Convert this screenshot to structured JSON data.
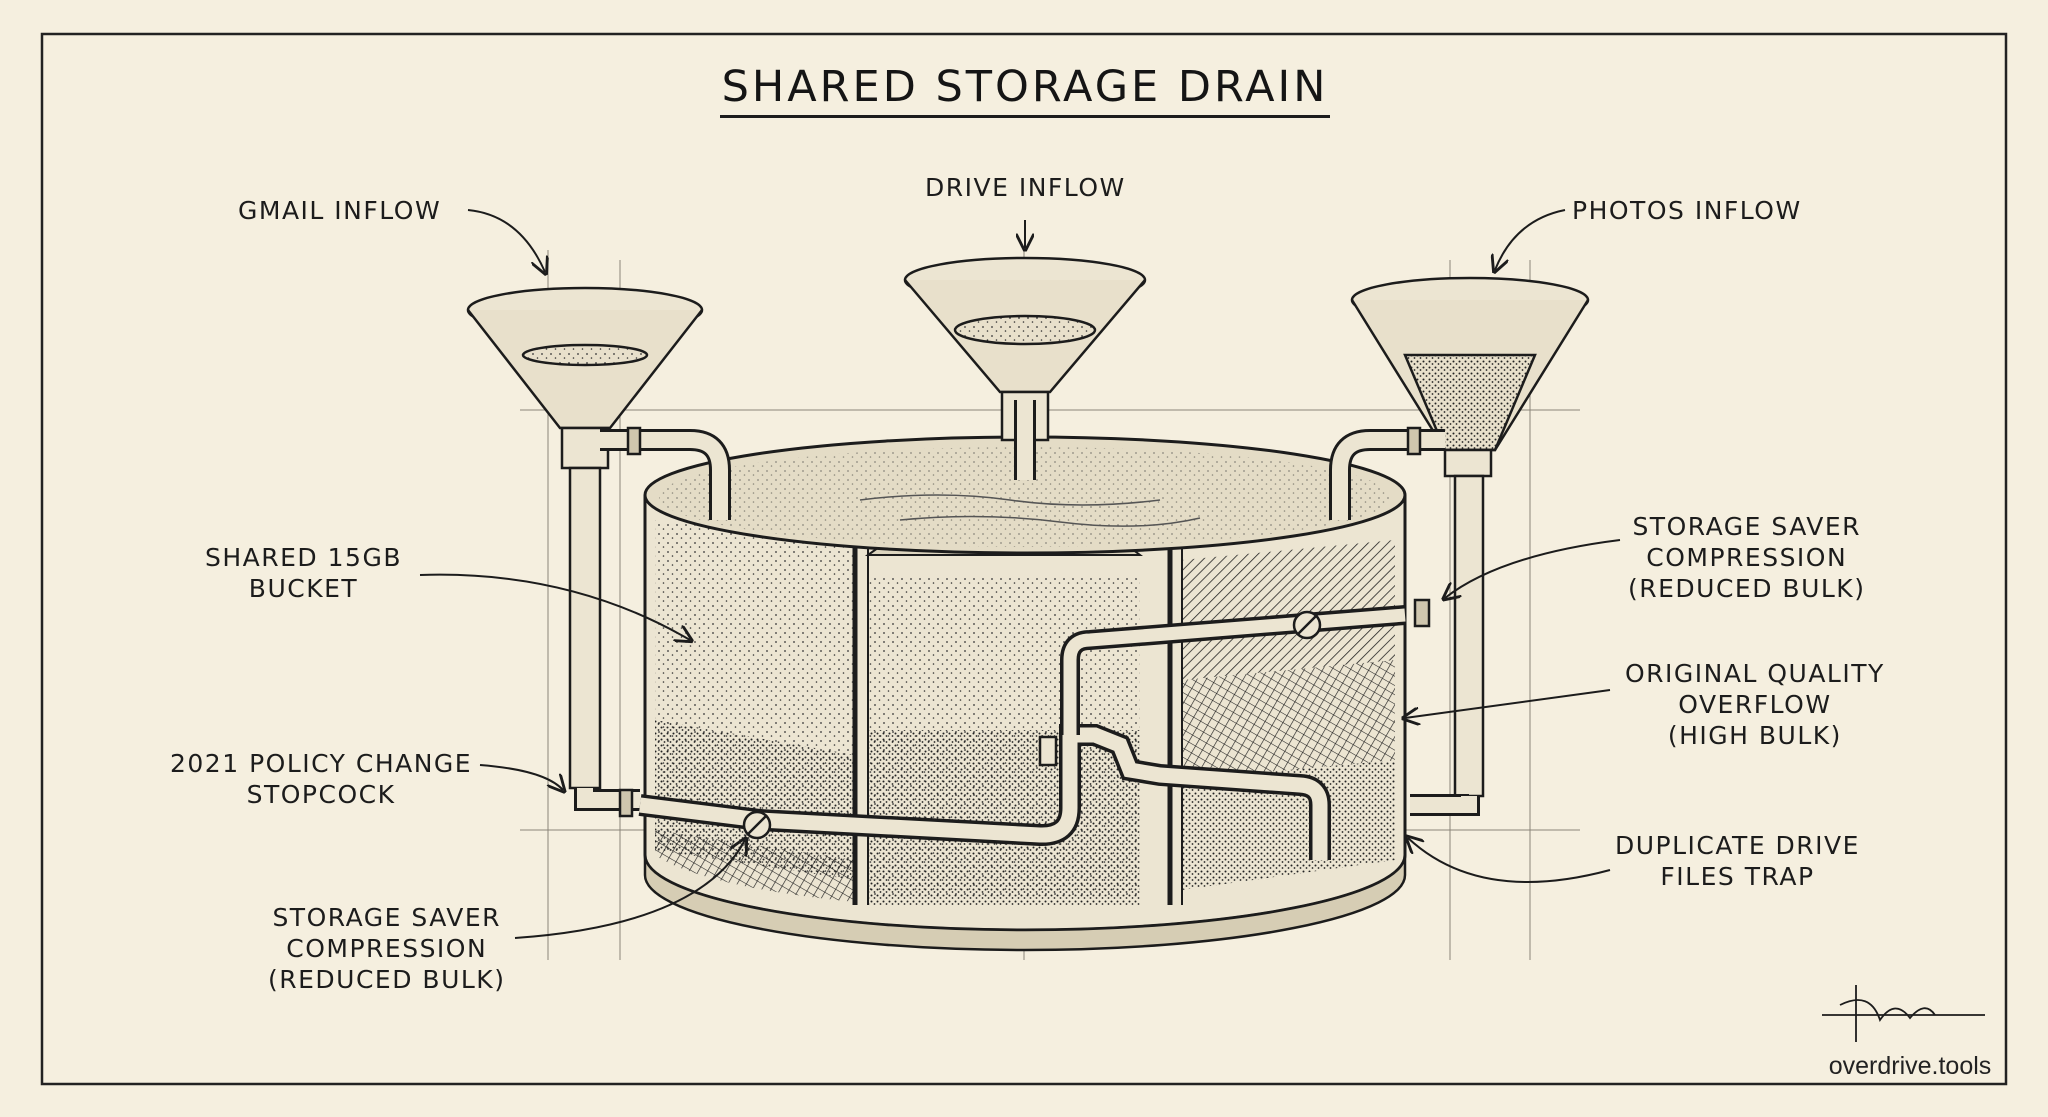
{
  "title": "SHARED STORAGE DRAIN",
  "labels": {
    "gmail_inflow": "GMAIL INFLOW",
    "drive_inflow": "DRIVE INFLOW",
    "photos_inflow": "PHOTOS INFLOW",
    "bucket": [
      "SHARED 15GB",
      "BUCKET"
    ],
    "stopcock": [
      "2021 POLICY CHANGE",
      "STOPCOCK"
    ],
    "saver_left": [
      "STORAGE SAVER",
      "COMPRESSION",
      "(REDUCED BULK)"
    ],
    "saver_right": [
      "STORAGE SAVER",
      "COMPRESSION",
      "(REDUCED BULK)"
    ],
    "overflow": [
      "ORIGINAL QUALITY",
      "OVERFLOW",
      "(HIGH BULK)"
    ],
    "trap": [
      "DUPLICATE DRIVE",
      "FILES TRAP"
    ]
  },
  "signature_site": "overdrive.tools",
  "colors": {
    "paper": "#f5efdf",
    "ink": "#1c1c1c",
    "liquid": "#e4dcc6"
  }
}
